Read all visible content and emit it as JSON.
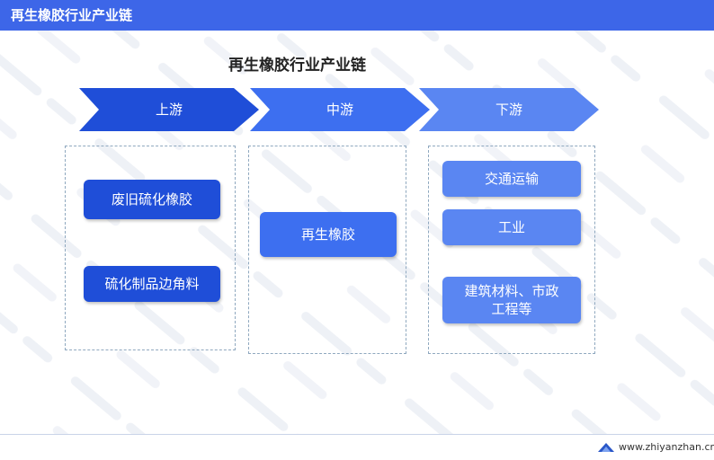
{
  "header": {
    "title": "再生橡胶行业产业链"
  },
  "diagram": {
    "title": "再生橡胶行业产业链",
    "stages": [
      {
        "label": "上游",
        "items": [
          "废旧硫化橡胶",
          "硫化制品边角料"
        ]
      },
      {
        "label": "中游",
        "items": [
          "再生橡胶"
        ]
      },
      {
        "label": "下游",
        "items": [
          "交通运输",
          "工业",
          "建筑材料、市政工程等"
        ]
      }
    ]
  },
  "footer": {
    "url": "www.zhiyanzhan.cn"
  },
  "colors": {
    "header": "#3d66e8",
    "stage1": "#1f4ed8",
    "stage2": "#3d6ff0",
    "stage3": "#5a86f2"
  }
}
